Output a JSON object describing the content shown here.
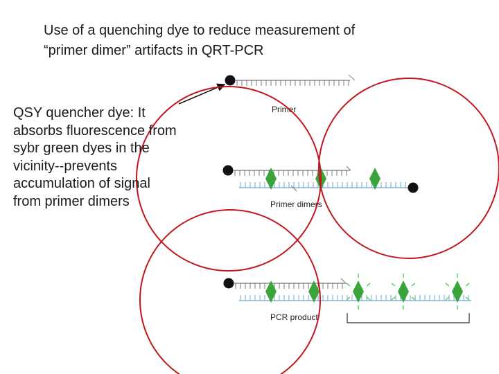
{
  "title": {
    "line1": "Use of a quenching dye to reduce measurement of",
    "line2": "“primer dimer” artifacts in QRT-PCR"
  },
  "note": {
    "line1": "QSY quencher dye: It",
    "line2": "absorbs fluorescence from",
    "line3": "sybr green dyes  in the",
    "line4": "vicinity--prevents",
    "line5": "accumulation of signal",
    "line6": "from primer dimers"
  },
  "labels": {
    "primer": "Primer",
    "primer_dimers": "Primer dimers",
    "pcr_product": "PCR product"
  },
  "colors": {
    "circle": "#c0161e",
    "dye": "#3aa33a",
    "glow": "#66cc66",
    "quencher": "#111111",
    "strand_top": "#777777",
    "strand_bottom": "#6fa3c8"
  }
}
